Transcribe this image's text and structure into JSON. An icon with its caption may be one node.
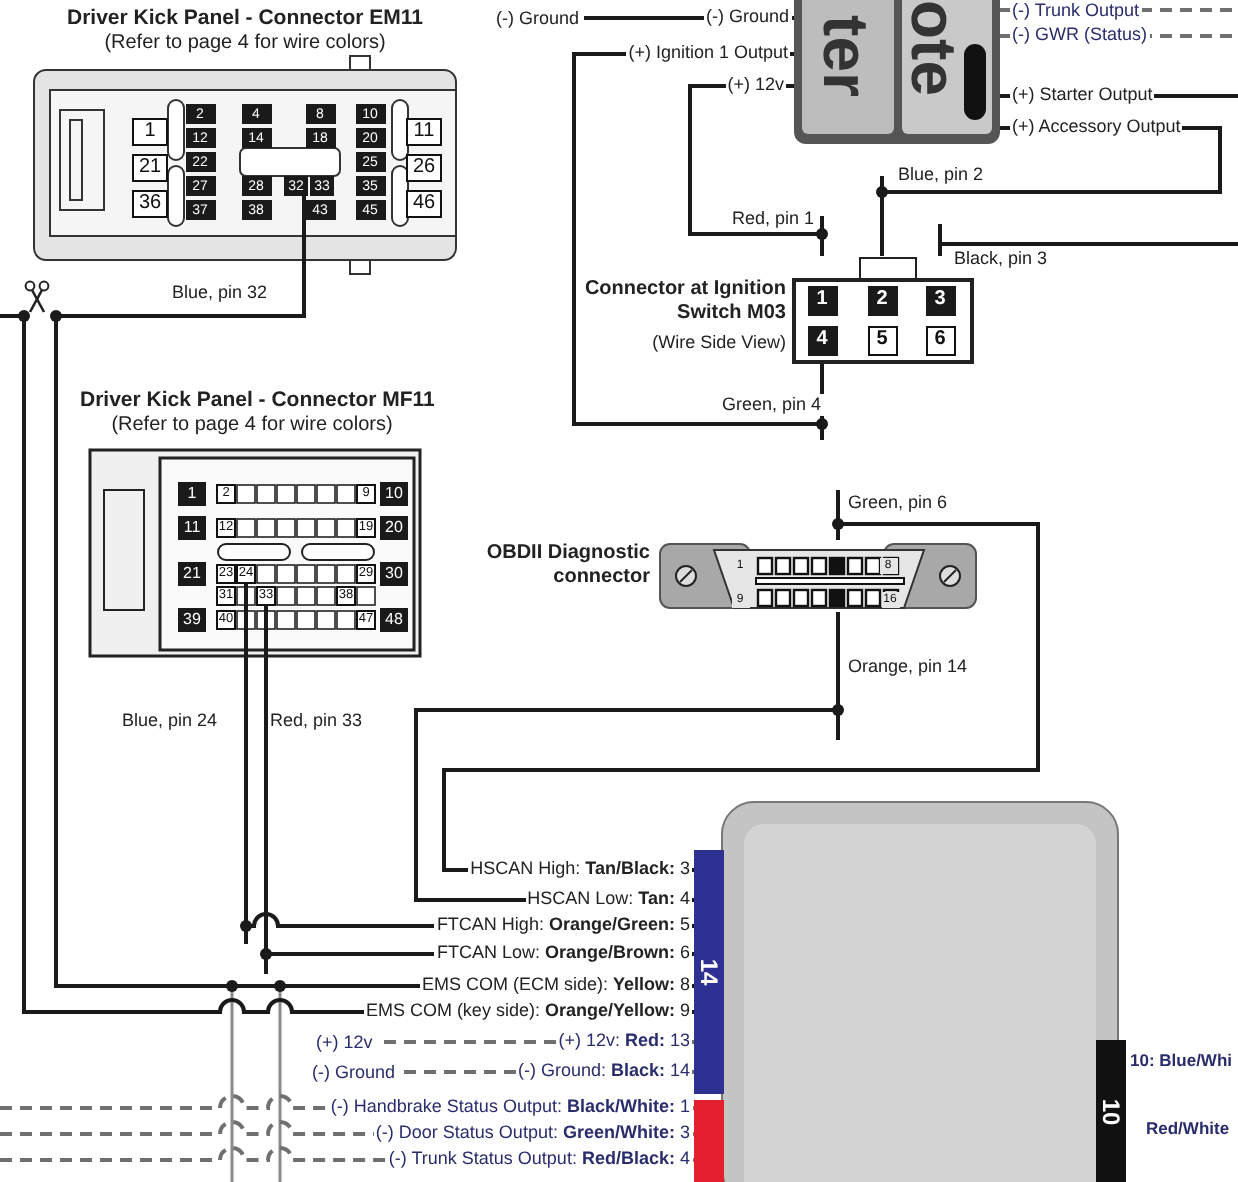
{
  "diagram": {
    "nodes": [
      {
        "text": [
          "Driver Kick Panel - Connector EM11",
          "(Refer to page 4 for wire colors)",
          "1",
          "21",
          "36",
          "2",
          "4",
          "8",
          "10",
          "12",
          "14",
          "18",
          "20",
          "22",
          "25",
          "27",
          "28",
          "32",
          "33",
          "35",
          "37",
          "38",
          "43",
          "45",
          "11",
          "26",
          "46"
        ]
      },
      {
        "text": [
          "Driver Kick Panel - Connector MF11",
          "(Refer to page 4 for wire colors)",
          "1",
          "2",
          "9",
          "10",
          "11",
          "12",
          "19",
          "20",
          "21",
          "23",
          "24",
          "29",
          "30",
          "31",
          "33",
          "38",
          "39",
          "40",
          "47",
          "48"
        ]
      },
      {
        "text": [
          "ter",
          "ote"
        ]
      },
      {
        "text": [
          "Connector at Ignition Switch M03",
          "(Wire Side View)",
          "1",
          "2",
          "3",
          "4",
          "5",
          "6"
        ]
      },
      {
        "text": [
          "OBDII Diagnostic connector",
          "1",
          "8",
          "9",
          "16"
        ]
      },
      {
        "text": [],
        "shape": "box"
      },
      {
        "text": [
          "14"
        ]
      },
      {
        "text": [],
        "shape": "bar"
      },
      {
        "text": [
          "10"
        ]
      },
      {
        "text": [
          "(+) 12v"
        ]
      },
      {
        "text": [
          "(-) Ground"
        ]
      },
      {
        "text": [
          "(-) Ground"
        ]
      }
    ],
    "edges": [
      {
        "from": 0,
        "to": 6,
        "arrow": "none",
        "label": "Blue, pin 32"
      },
      {
        "from": null,
        "to": 6,
        "arrow": "none"
      },
      {
        "from": 1,
        "to": 6,
        "arrow": "none",
        "label": "Blue, pin 24"
      },
      {
        "from": 1,
        "to": 6,
        "arrow": "none",
        "label": "Red, pin 33"
      },
      {
        "from": 4,
        "to": 6,
        "arrow": "none",
        "label": "Green, pin 6"
      },
      {
        "from": 4,
        "to": 6,
        "arrow": "none",
        "label": "Orange, pin 14"
      },
      {
        "from": 3,
        "to": 2,
        "arrow": "none",
        "label": "Red, pin 1"
      },
      {
        "from": 3,
        "to": 2,
        "arrow": "none",
        "label": "Blue, pin 2"
      },
      {
        "from": 3,
        "to": null,
        "arrow": "none",
        "label": "Black, pin 3"
      },
      {
        "from": 3,
        "to": 2,
        "arrow": "none",
        "label": "Green, pin 4"
      },
      {
        "from": 9,
        "to": 6,
        "arrow": "none",
        "style": "dashed",
        "color": "#707070"
      },
      {
        "from": 10,
        "to": 6,
        "arrow": "none",
        "style": "dashed",
        "color": "#707070"
      },
      {
        "from": null,
        "to": 7,
        "arrow": "none",
        "style": "dashed",
        "color": "#707070"
      },
      {
        "from": null,
        "to": 7,
        "arrow": "none",
        "style": "dashed",
        "color": "#707070"
      },
      {
        "from": null,
        "to": 7,
        "arrow": "none",
        "style": "dashed",
        "color": "#707070"
      },
      {
        "from": 2,
        "to": null,
        "arrow": "none",
        "style": "dashed",
        "color": "#707070"
      },
      {
        "from": 2,
        "to": null,
        "arrow": "none",
        "style": "dashed",
        "color": "#707070"
      },
      {
        "from": 2,
        "to": null,
        "arrow": "none"
      },
      {
        "from": 11,
        "to": 2,
        "arrow": "none"
      }
    ],
    "labels": [
      "(-) Ground",
      "(+) Ignition 1 Output",
      "(+) 12v",
      "(-) Trunk Output",
      "(-) GWR (Status)",
      "(+) Starter Output",
      "(+) Accessory Output",
      "HSCAN High: **Tan/Black:** 3",
      "HSCAN Low: **Tan:** 4",
      "FTCAN High: **Orange/Green:** 5",
      "FTCAN Low: **Orange/Brown:** 6",
      "EMS COM (ECM side): **Yellow:** 8",
      "EMS COM (key side): **Orange/Yellow:** 9",
      "(+) 12v: **Red:** 13",
      "(-) Ground: **Black:** 14",
      "(-) Handbrake Status Output: **Black/White:** 1",
      "(-) Door Status Output: **Green/White:** 3",
      "(-) Trunk Status Output: **Red/Black:** 4",
      "10: Blue/Whi",
      "Red/White"
    ]
  }
}
